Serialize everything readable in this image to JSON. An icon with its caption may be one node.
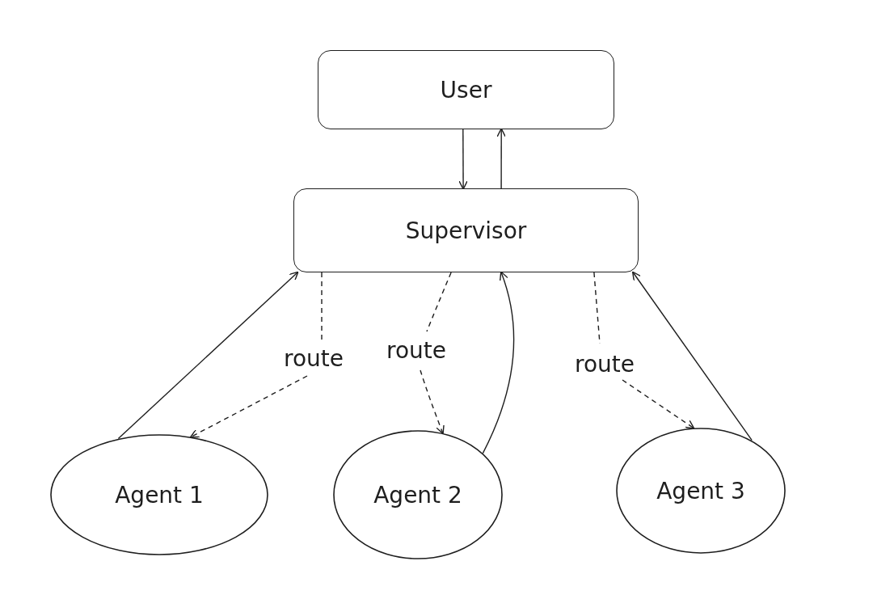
{
  "diagram": {
    "nodes": [
      {
        "text": [
          "User"
        ]
      },
      {
        "text": [
          "Supervisor"
        ]
      },
      {
        "text": [
          "Agent 1"
        ]
      },
      {
        "text": [
          "Agent 2"
        ]
      },
      {
        "text": [
          "Agent 3"
        ]
      }
    ],
    "edges": [
      {
        "from": 0,
        "to": 1,
        "arrow": "to"
      },
      {
        "from": 1,
        "to": 0,
        "arrow": "to"
      },
      {
        "from": 1,
        "to": 2,
        "arrow": "to",
        "label": "route",
        "style": "dashed"
      },
      {
        "from": 2,
        "to": 1,
        "arrow": "to"
      },
      {
        "from": 1,
        "to": 3,
        "arrow": "to",
        "label": "route",
        "style": "dashed"
      },
      {
        "from": 3,
        "to": 1,
        "arrow": "to"
      },
      {
        "from": 1,
        "to": 4,
        "arrow": "to",
        "label": "route",
        "style": "dashed"
      },
      {
        "from": 4,
        "to": 1,
        "arrow": "to"
      }
    ]
  }
}
